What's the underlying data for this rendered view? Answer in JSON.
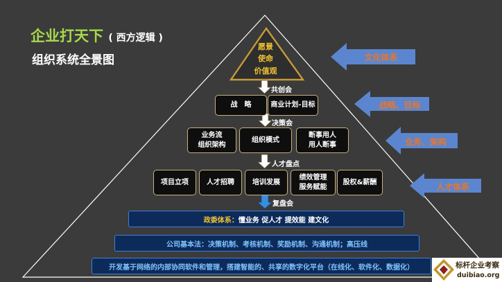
{
  "title": {
    "main": "企业打天下",
    "paren": "( 西方逻辑 )",
    "subtitle": "组织系统全景图"
  },
  "pyramid_top": {
    "lines": [
      "愿景",
      "使命",
      "价值观"
    ]
  },
  "connectors": [
    "共创会",
    "决策会",
    "人才盘点",
    "复盘会"
  ],
  "tier2": [
    "战　略",
    "商业计划-目标"
  ],
  "tier3": [
    "业务流\n组织架构",
    "组织模式",
    "断事用人\n用人断事"
  ],
  "tier4": [
    "项目立项",
    "人才招聘",
    "培训发展",
    "绩效管理\n服务赋能",
    "股权&薪酬"
  ],
  "bands": {
    "band1_highlight": "政委体系：",
    "band1_rest": "懂业务  促人才  提效能  建文化",
    "band2": "公司基本法：决策机制、考核机制、奖励机制、沟通机制；高压线",
    "band3": "开发基于网络的内部协同软件和管理，搭建智能的、共享的数字化平台（在线化、软件化、数据化）"
  },
  "side_arrows": [
    "文化体系",
    "战略、目标",
    "业务、架构",
    "人才体系"
  ],
  "logo": {
    "name": "标杆企业考察",
    "url": "duibiao.org"
  },
  "colors": {
    "background": "#3b3b3b",
    "title_green": "#a6d84a",
    "accent_gold": "#f2c230",
    "arrow_blue": "#5b86cf",
    "arrow_text": "#e8762b"
  }
}
